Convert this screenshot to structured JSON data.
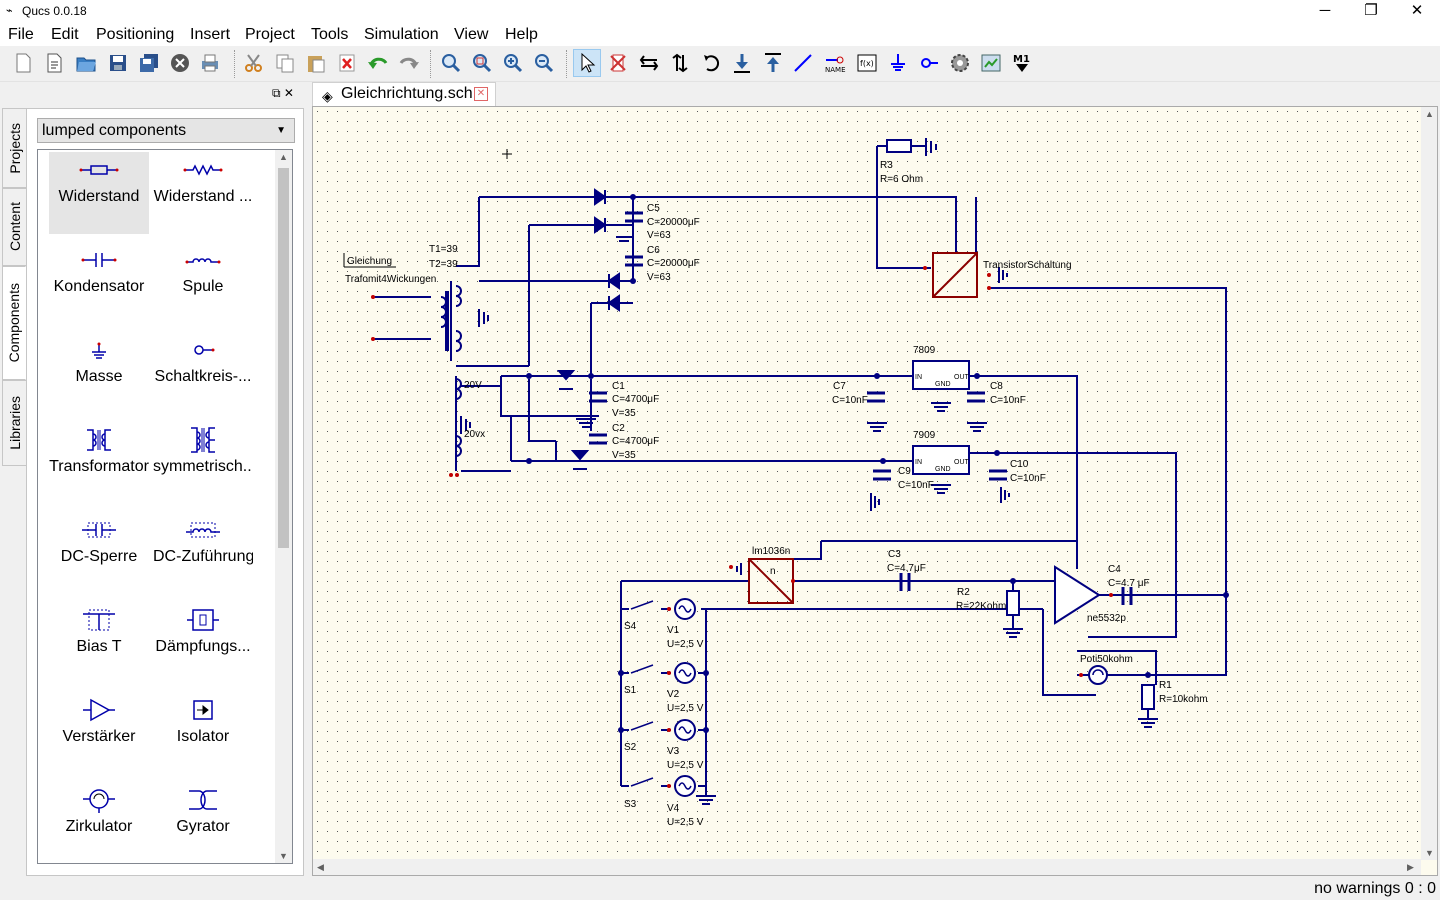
{
  "window": {
    "title": "Qucs 0.0.18",
    "minimize": "─",
    "maximize": "❐",
    "close": "✕"
  },
  "menu": [
    "File",
    "Edit",
    "Positioning",
    "Insert",
    "Project",
    "Tools",
    "Simulation",
    "View",
    "Help"
  ],
  "toolbar": {
    "items": [
      "new-file",
      "new-text",
      "open",
      "save",
      "save-all",
      "close",
      "print",
      "cut",
      "copy",
      "paste",
      "delete",
      "undo",
      "redo",
      "zoom-fit",
      "zoom-select",
      "zoom-in",
      "zoom-out",
      "select",
      "deactivate",
      "mirror-x",
      "mirror-y",
      "rotate",
      "goto-sub",
      "leave-sub",
      "wire",
      "wire-label",
      "equation",
      "ground",
      "port",
      "simulate",
      "show-data",
      "marker"
    ],
    "name_label": "NAME",
    "marker_label": "M1",
    "equation_label": "f(x)"
  },
  "dock": {
    "float": "⧉",
    "close": "✕"
  },
  "side_tabs": [
    "Projects",
    "Content",
    "Components",
    "Libraries"
  ],
  "components": {
    "category": "lumped components",
    "items": [
      {
        "label": "Widerstand"
      },
      {
        "label": "Widerstand ..."
      },
      {
        "label": "Kondensator"
      },
      {
        "label": "Spule"
      },
      {
        "label": "Masse"
      },
      {
        "label": "Schaltkreis-..."
      },
      {
        "label": "Transformator"
      },
      {
        "label": "symmetrisch..."
      },
      {
        "label": "DC-Sperre"
      },
      {
        "label": "DC-Zuführung"
      },
      {
        "label": "Bias T"
      },
      {
        "label": "Dämpfungs..."
      },
      {
        "label": "Verstärker"
      },
      {
        "label": "Isolator"
      },
      {
        "label": "Zirkulator"
      },
      {
        "label": "Gyrator"
      }
    ]
  },
  "document_tab": {
    "label": "Gleichrichtung.sch",
    "close": "✕"
  },
  "schematic": {
    "labels": {
      "r3": "R3",
      "r3v": "R=6 Ohm",
      "c5": "C5",
      "c5v": "C=20000μF",
      "c5u": "V=63",
      "c6": "C6",
      "c6v": "C=20000μF",
      "c6u": "V=63",
      "t1": "T1=39",
      "t2": "T2=39",
      "gl": "Gleichung",
      "trafo": "Trafomit4Wickungen",
      "ts": "TransistorSchaltung",
      "u7809": "7809",
      "u7909": "7909",
      "in": "IN",
      "gnd": "GND",
      "out": "OUT",
      "c7": "C7",
      "c7v": "C=10nF",
      "c8": "C8",
      "c8v": "C=10nF",
      "c9": "C9",
      "c9v": "C=10nF",
      "c10": "C10",
      "c10v": "C=10nF",
      "c1": "C1",
      "c1v": "C=4700μF",
      "c1u": "V=35",
      "c2": "C2",
      "c2v": "C=4700μF",
      "c2u": "V=35",
      "w20v": "20V",
      "w20vx": "20vx",
      "lm": "lm1036n",
      "n": "n",
      "c3": "C3",
      "c3v": "C=4.7μF",
      "c4": "C4",
      "c4v": "C=4.7 μF",
      "r2": "R2",
      "r2v": "R=22Kohm",
      "op": "ne5532p",
      "poti": "Poti50kohm",
      "r1": "R1",
      "r1v": "R=10kohm",
      "s4": "S4",
      "s1": "S1",
      "s2": "S2",
      "s3": "S3",
      "v1": "V1",
      "v2": "V2",
      "v3": "V3",
      "v4": "V4",
      "u25": "U=2,5 V"
    }
  },
  "status": "no warnings 0 : 0"
}
